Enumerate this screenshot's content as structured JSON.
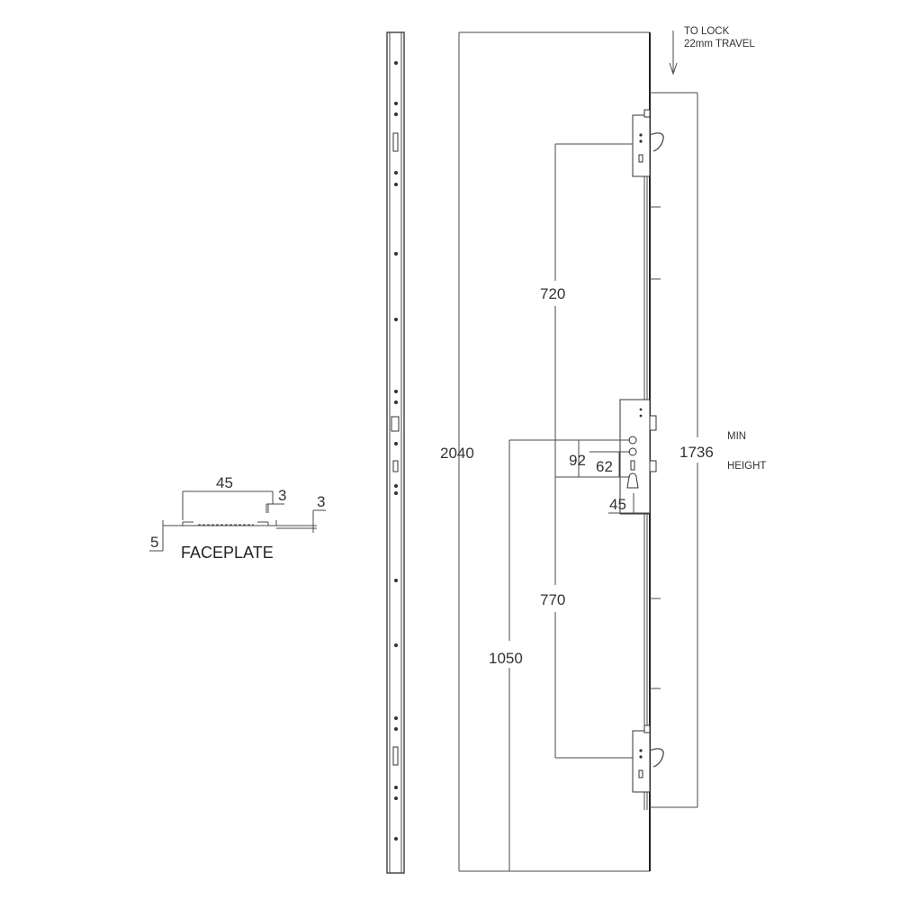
{
  "faceplate": {
    "label": "FACEPLATE",
    "width": "45",
    "lip_right": "3",
    "thickness": "3",
    "depth": "5"
  },
  "annotations": {
    "to_lock": "TO LOCK",
    "travel": "22mm TRAVEL",
    "min": "MIN",
    "height": "HEIGHT"
  },
  "dimensions": {
    "overall_length": "2040",
    "handle_height": "1050",
    "upper_hook": "720",
    "lower_hook": "770",
    "min_height": "1736",
    "pz_centres": "92",
    "spindle_offset": "62",
    "backset": "45"
  }
}
